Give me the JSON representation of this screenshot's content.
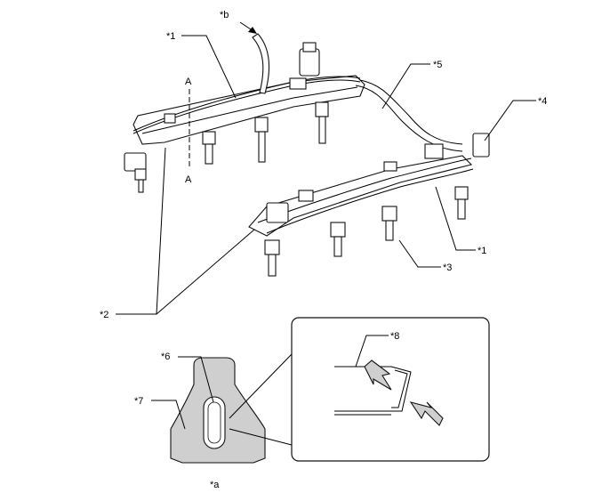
{
  "labels": {
    "star_b": "*b",
    "star_1_top": "*1",
    "star_5": "*5",
    "star_4": "*4",
    "star_A_top": "A",
    "star_A_bottom": "A",
    "star_1_right": "*1",
    "star_3": "*3",
    "star_2": "*2",
    "star_8": "*8",
    "star_6": "*6",
    "star_7": "*7",
    "star_a": "*a"
  },
  "colors": {
    "line": "#000000",
    "fill_grey": "#cfcfcf",
    "background": "#ffffff"
  }
}
